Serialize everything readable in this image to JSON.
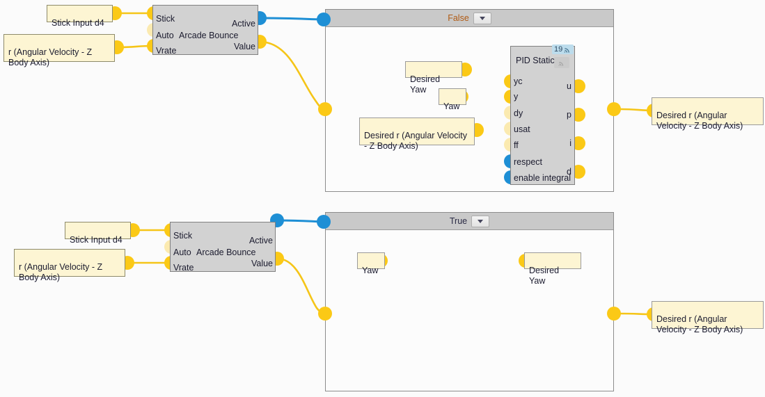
{
  "app": {
    "title": "Node Graph Editor",
    "background_color": "#fbfbfb",
    "accent_wire_color": "#f5c518",
    "accent_bool_color": "#1e8fd5"
  },
  "branches": [
    {
      "id": "false-branch",
      "label": "False",
      "label_color": "#b05a13",
      "dropdown_icon": "chevron-down-icon"
    },
    {
      "id": "true-branch",
      "label": "True",
      "label_color": "#2b2b45",
      "dropdown_icon": "chevron-down-icon"
    }
  ],
  "top_section": {
    "inputs": [
      {
        "name": "stick-input-d4",
        "label": "Stick Input d4"
      },
      {
        "name": "angular-velocity-r",
        "label": "r (Angular Velocity - Z Body Axis)"
      }
    ],
    "arcade_block": {
      "title": "Arcade Bounce",
      "inputs": [
        {
          "label": "Stick",
          "connected": true
        },
        {
          "label": "Auto",
          "connected": false
        },
        {
          "label": "Vrate",
          "connected": true
        }
      ],
      "outputs": [
        {
          "label": "Active",
          "type": "bool",
          "connected": true
        },
        {
          "label": "Value",
          "type": "number",
          "connected": true
        }
      ]
    },
    "inner_inputs": [
      {
        "name": "desired-yaw",
        "label": "Desired Yaw"
      },
      {
        "name": "yaw",
        "label": "Yaw"
      },
      {
        "name": "desired-r",
        "label": "Desired r (Angular Velocity - Z Body Axis)"
      }
    ],
    "pid_block": {
      "title": "PID Static",
      "badge_count": "19",
      "badge_icon": "signal-icon",
      "secondary_icon": "signal-icon",
      "inputs": [
        {
          "label": "yc",
          "connected": true
        },
        {
          "label": "y",
          "connected": true
        },
        {
          "label": "dy",
          "connected": false
        },
        {
          "label": "usat",
          "connected": true
        },
        {
          "label": "ff",
          "connected": false
        },
        {
          "label": "respect",
          "connected": false,
          "type": "bool"
        },
        {
          "label": "enable integral",
          "connected": false,
          "type": "bool"
        }
      ],
      "outputs": [
        {
          "label": "u",
          "connected": true
        },
        {
          "label": "p",
          "connected": false
        },
        {
          "label": "i",
          "connected": false
        },
        {
          "label": "d",
          "connected": false
        }
      ]
    },
    "outputs": [
      {
        "name": "desired-r-out",
        "label": "Desired r (Angular Velocity - Z Body Axis)"
      }
    ]
  },
  "bottom_section": {
    "inputs": [
      {
        "name": "stick-input-d4",
        "label": "Stick Input d4"
      },
      {
        "name": "angular-velocity-r",
        "label": "r (Angular Velocity - Z Body Axis)"
      }
    ],
    "arcade_block": {
      "title": "Arcade Bounce",
      "inputs": [
        {
          "label": "Stick",
          "connected": true
        },
        {
          "label": "Auto",
          "connected": false
        },
        {
          "label": "Vrate",
          "connected": true
        }
      ],
      "outputs": [
        {
          "label": "Active",
          "type": "bool",
          "connected": true
        },
        {
          "label": "Value",
          "type": "number",
          "connected": true
        }
      ]
    },
    "passthrough": [
      {
        "name": "yaw",
        "label": "Yaw"
      },
      {
        "name": "desired-yaw",
        "label": "Desired Yaw"
      }
    ],
    "outputs": [
      {
        "name": "desired-r-out",
        "label": "Desired r (Angular Velocity - Z Body Axis)"
      }
    ]
  }
}
